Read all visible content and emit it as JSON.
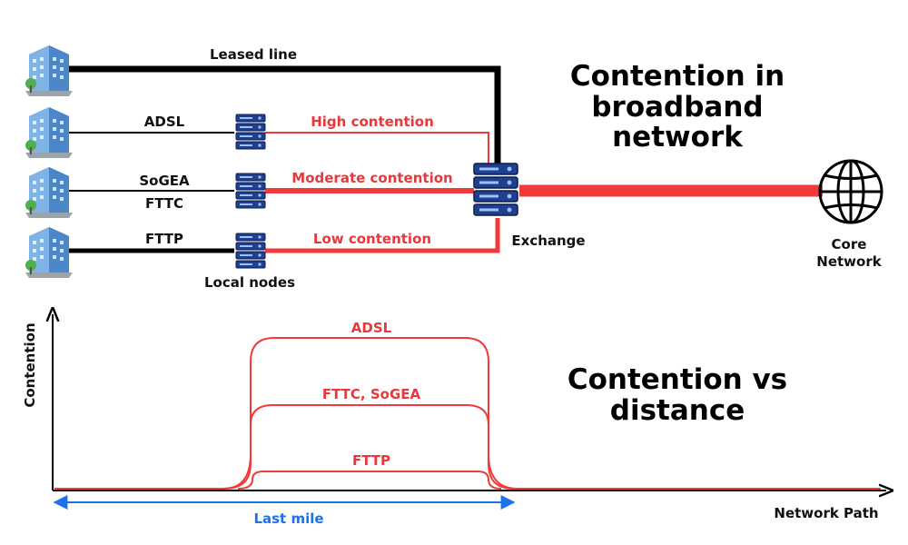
{
  "colors": {
    "black": "#000000",
    "red": "#f23a3a",
    "red_text": "#e8383b",
    "blue": "#1a73e8",
    "server_fill": "#1f3f8f",
    "building_fill": "#5a9bd8",
    "tree_fill": "#4caf50"
  },
  "icons": {
    "building": "office-building-icon",
    "server": "server-rack-icon",
    "globe": "globe-icon"
  },
  "labels": {
    "leased_line": "Leased line",
    "adsl": "ADSL",
    "sogea": "SoGEA",
    "fttc": "FTTC",
    "fttp": "FTTP",
    "high_contention": "High contention",
    "moderate_contention": "Moderate contention",
    "low_contention": "Low contention",
    "exchange": "Exchange",
    "local_nodes": "Local nodes",
    "core_network_line1": "Core",
    "core_network_line2": "Network"
  },
  "titles": {
    "top_line1": "Contention in",
    "top_line2": "broadband",
    "top_line3": "network",
    "bottom_line1": "Contention vs",
    "bottom_line2": "distance"
  },
  "graph": {
    "ylabel": "Contention",
    "xlabel": "Network Path",
    "last_mile": "Last mile",
    "curve_adsl": "ADSL",
    "curve_fttc_sogea": "FTTC, SoGEA",
    "curve_fttp": "FTTP"
  }
}
